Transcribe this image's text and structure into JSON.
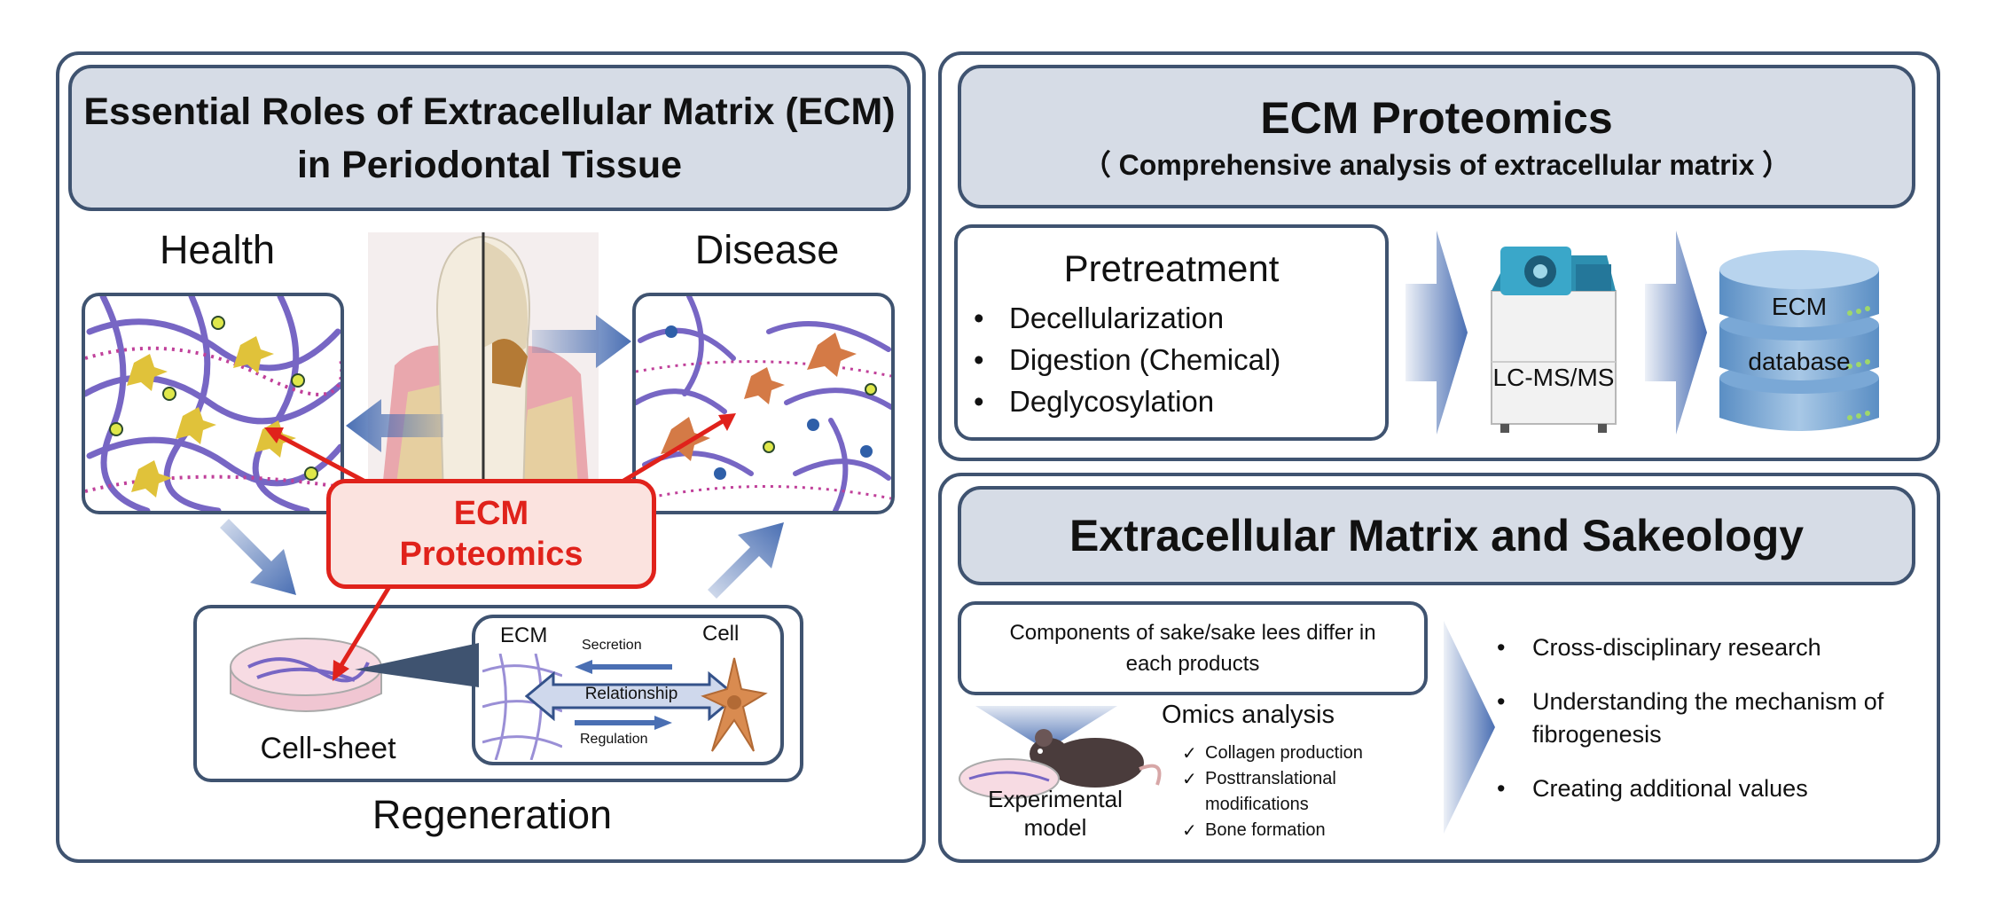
{
  "left": {
    "title": "Essential Roles of Extracellular Matrix (ECM)\nin Periodontal Tissue",
    "health": "Health",
    "disease": "Disease",
    "regeneration": "Regeneration",
    "center_label": [
      "ECM",
      "Proteomics"
    ],
    "cell_sheet": "Cell-sheet",
    "inset": {
      "ecm": "ECM",
      "cell": "Cell",
      "secretion": "Secretion",
      "relationship": "Relationship",
      "regulation": "Regulation"
    }
  },
  "proteomics": {
    "title": "ECM Proteomics",
    "subtitle": "（ Comprehensive analysis of extracellular matrix ）",
    "pretreatment_title": "Pretreatment",
    "steps": [
      "Decellularization",
      "Digestion (Chemical)",
      "Deglycosylation"
    ],
    "instrument": "LC-MS/MS",
    "database": [
      "ECM",
      "database"
    ]
  },
  "sakeology": {
    "title": "Extracellular Matrix and Sakeology",
    "components": "Components of sake/sake lees differ in\neach products",
    "omics_title": "Omics analysis",
    "omics_items": [
      "Collagen production",
      "Posttranslational\nmodifications",
      "Bone formation"
    ],
    "model_label": "Experimental\nmodel",
    "outcomes": [
      "Cross-disciplinary research",
      "Understanding the mechanism of\nfibrogenesis",
      "Creating additional values"
    ]
  },
  "colors": {
    "frame": "#3f5370",
    "title_fill": "#d6dce6",
    "accent_red": "#e0221b",
    "arrow_blue": "#4a6fb3",
    "collagen": "#7766c4"
  }
}
